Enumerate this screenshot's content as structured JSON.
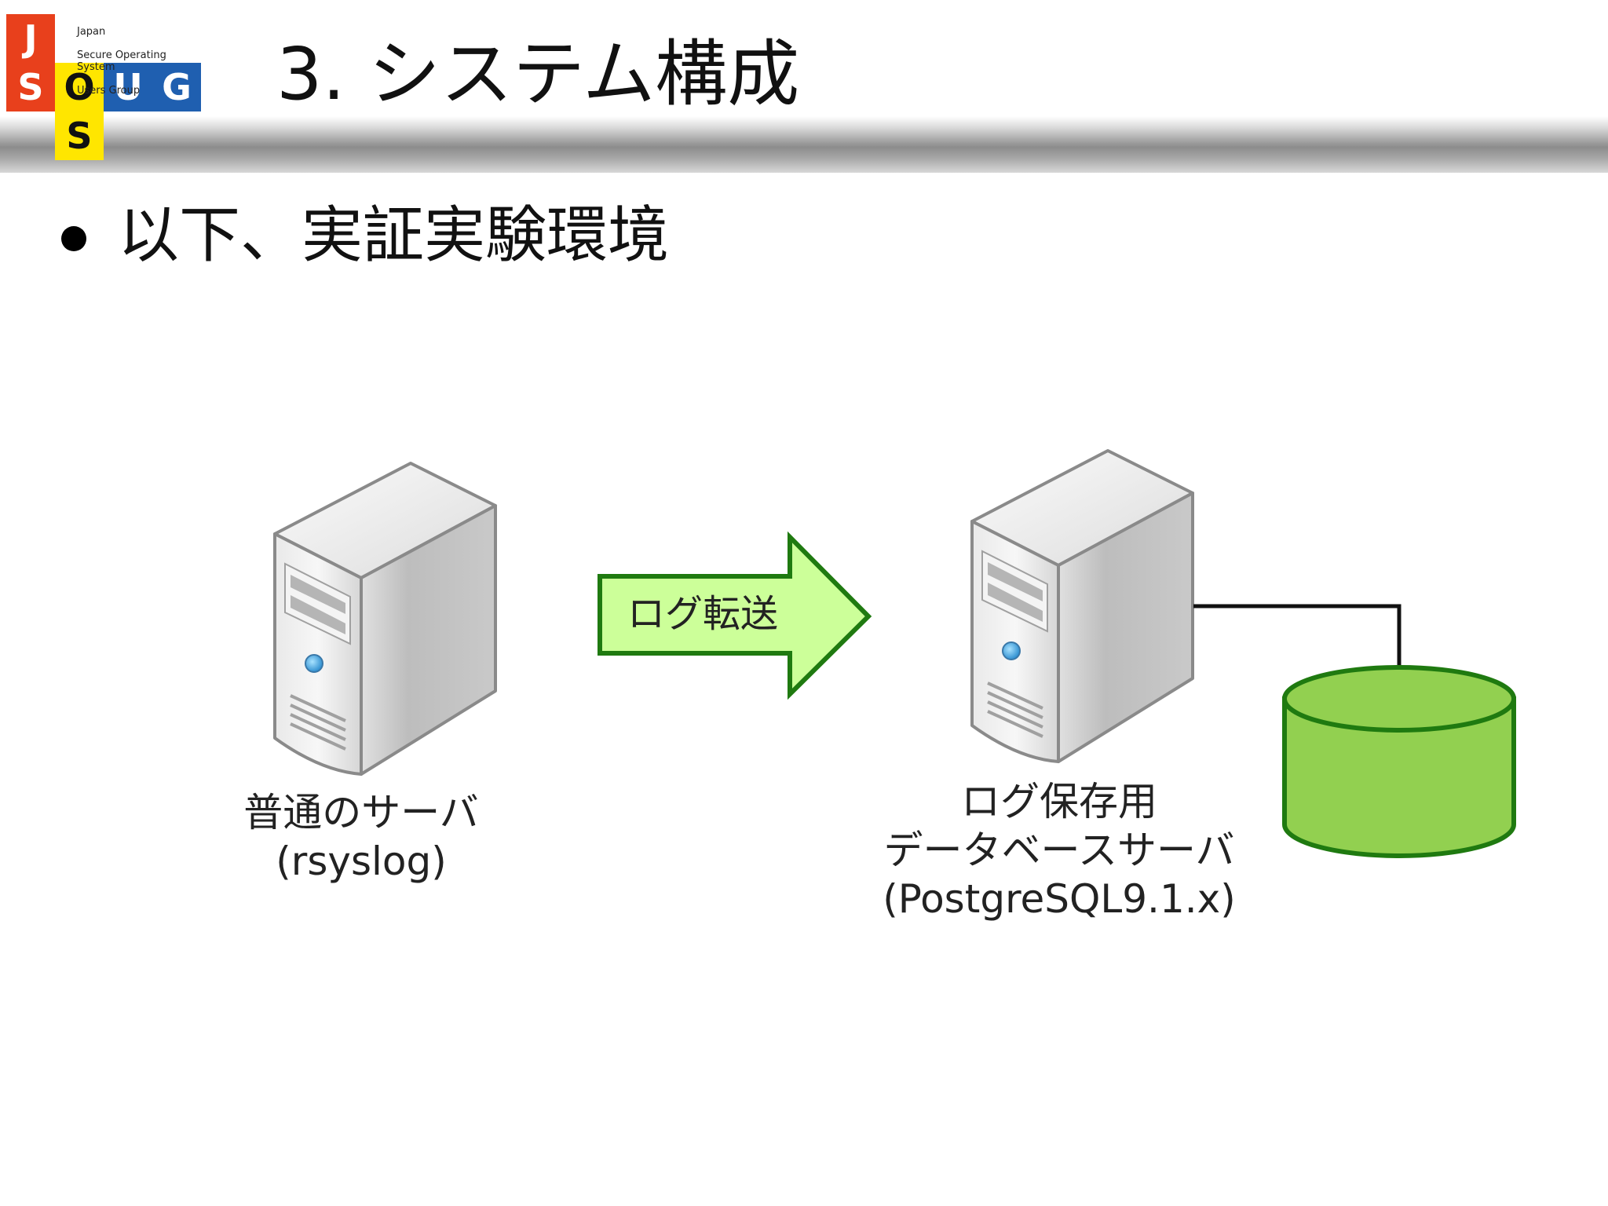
{
  "logo": {
    "letters": [
      "J",
      "S",
      "O",
      "U",
      "G",
      "S"
    ],
    "caption_lines": [
      "Japan",
      "Secure Operating System",
      "Users Group"
    ],
    "colors": {
      "red": "#e8401c",
      "yellow": "#ffe600",
      "blue": "#1f5fb0",
      "dark": "#111111"
    }
  },
  "slide": {
    "title": "3. システム構成",
    "bullet": "以下、実証実験環境"
  },
  "diagram": {
    "source_server": {
      "label_line1": "普通のサーバ",
      "label_line2": "(rsyslog)"
    },
    "arrow": {
      "label": "ログ転送",
      "fill": "#ccff99",
      "stroke": "#1f7a10"
    },
    "target_server": {
      "label_line1": "ログ保存用",
      "label_line2": "データベースサーバ",
      "label_line3": "(PostgreSQL9.1.x)"
    },
    "database": {
      "fill": "#92d050",
      "stroke": "#1f7a10"
    }
  }
}
